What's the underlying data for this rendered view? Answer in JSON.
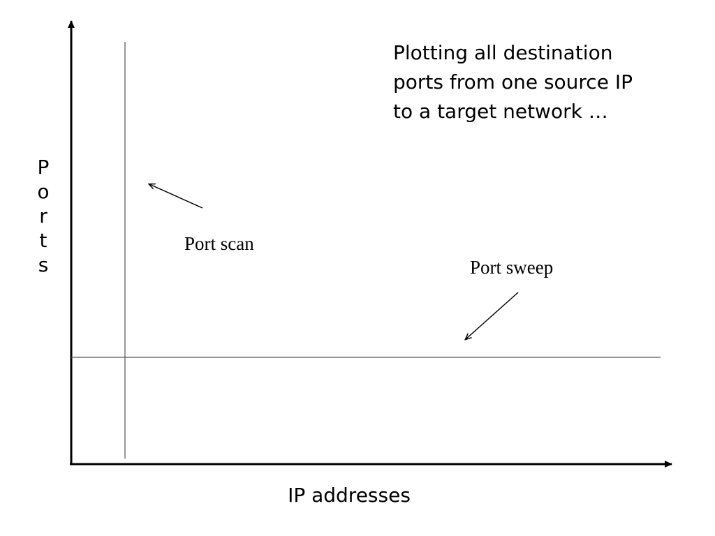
{
  "caption": {
    "lines": [
      "Plotting all destination",
      "ports from one source IP",
      "to a target network …"
    ]
  },
  "axes": {
    "y_label": "Ports",
    "x_label": "IP addresses"
  },
  "annotations": {
    "port_scan": "Port scan",
    "port_sweep": "Port sweep"
  },
  "colors": {
    "axis": "#000000",
    "guide_line": "#555555",
    "text": "#000000"
  }
}
